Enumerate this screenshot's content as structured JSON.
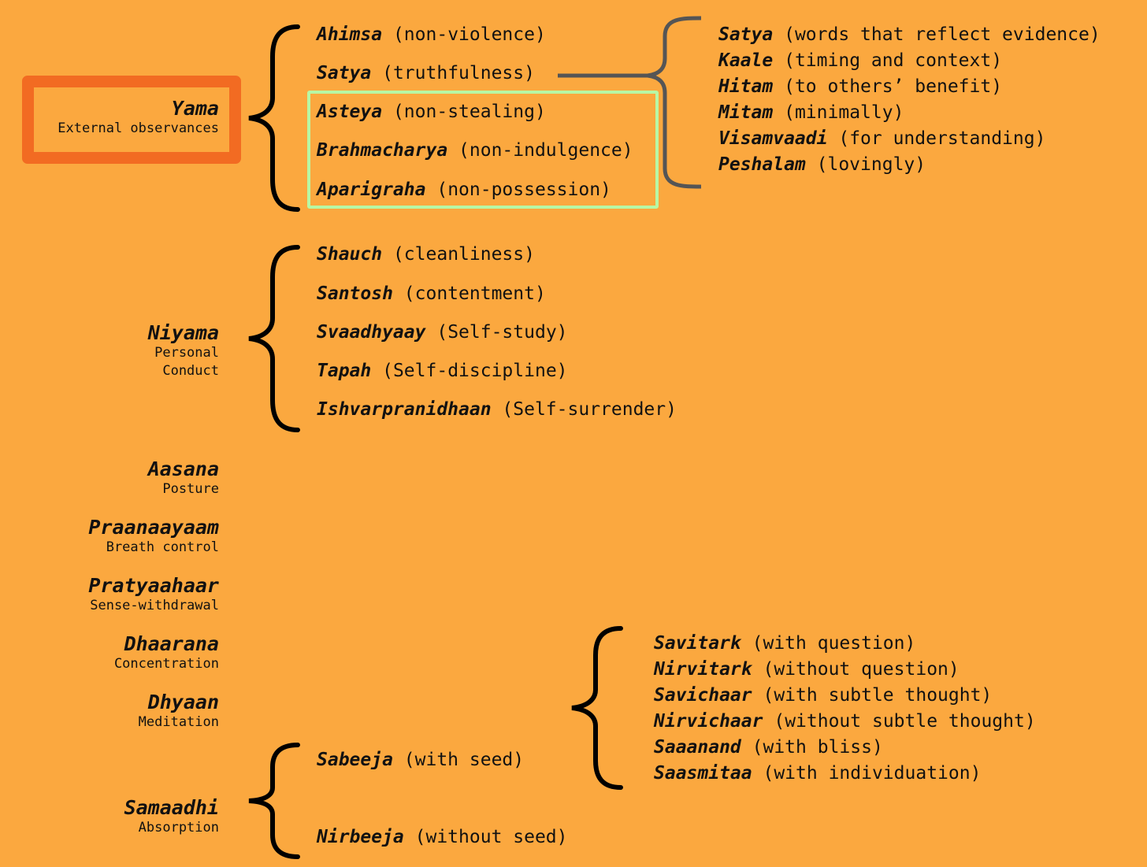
{
  "colors": {
    "background": "#fba83f",
    "yama_highlight": "#f26b22",
    "asteya_group_highlight": "#b8f7a4",
    "satya_bracket": "#555555"
  },
  "limbs": [
    {
      "name": "Yama",
      "desc": "External observances"
    },
    {
      "name": "Niyama",
      "desc": "Personal Conduct"
    },
    {
      "name": "Aasana",
      "desc": "Posture"
    },
    {
      "name": "Praanaayaam",
      "desc": "Breath control"
    },
    {
      "name": "Pratyaahaar",
      "desc": "Sense-withdrawal"
    },
    {
      "name": "Dhaarana",
      "desc": "Concentration"
    },
    {
      "name": "Dhyaan",
      "desc": "Meditation"
    },
    {
      "name": "Samaadhi",
      "desc": "Absorption"
    }
  ],
  "niyama_desc_lines": [
    "Personal",
    "Conduct"
  ],
  "yama_items": [
    {
      "name": "Ahimsa",
      "gloss": "(non-violence)"
    },
    {
      "name": "Satya",
      "gloss": "(truthfulness)"
    },
    {
      "name": "Asteya",
      "gloss": "(non-stealing)"
    },
    {
      "name": "Brahmacharya",
      "gloss": "(non-indulgence)"
    },
    {
      "name": "Aparigraha",
      "gloss": "(non-possession)"
    }
  ],
  "satya_details": [
    {
      "name": "Satya",
      "gloss": "(words that reflect evidence)"
    },
    {
      "name": "Kaale",
      "gloss": "(timing and context)"
    },
    {
      "name": "Hitam",
      "gloss": "(to others’ benefit)"
    },
    {
      "name": "Mitam",
      "gloss": "(minimally)"
    },
    {
      "name": "Visamvaadi",
      "gloss": "(for understanding)"
    },
    {
      "name": "Peshalam",
      "gloss": "(lovingly)"
    }
  ],
  "niyama_items": [
    {
      "name": "Shauch",
      "gloss": "(cleanliness)"
    },
    {
      "name": "Santosh",
      "gloss": "(contentment)"
    },
    {
      "name": "Svaadhyaay",
      "gloss": "(Self-study)"
    },
    {
      "name": "Tapah",
      "gloss": "(Self-discipline)"
    },
    {
      "name": "Ishvarpranidhaan",
      "gloss": "(Self-surrender)"
    }
  ],
  "samaadhi_items": [
    {
      "name": "Sabeeja",
      "gloss": "(with seed)"
    },
    {
      "name": "Nirbeeja",
      "gloss": "(without seed)"
    }
  ],
  "sabeeja_details": [
    {
      "name": "Savitark",
      "gloss": "(with question)"
    },
    {
      "name": "Nirvitark",
      "gloss": "(without question)"
    },
    {
      "name": "Savichaar",
      "gloss": "(with subtle thought)"
    },
    {
      "name": "Nirvichaar",
      "gloss": "(without subtle thought)"
    },
    {
      "name": "Saaanand",
      "gloss": "(with bliss)"
    },
    {
      "name": "Saasmitaa",
      "gloss": "(with individuation)"
    }
  ]
}
